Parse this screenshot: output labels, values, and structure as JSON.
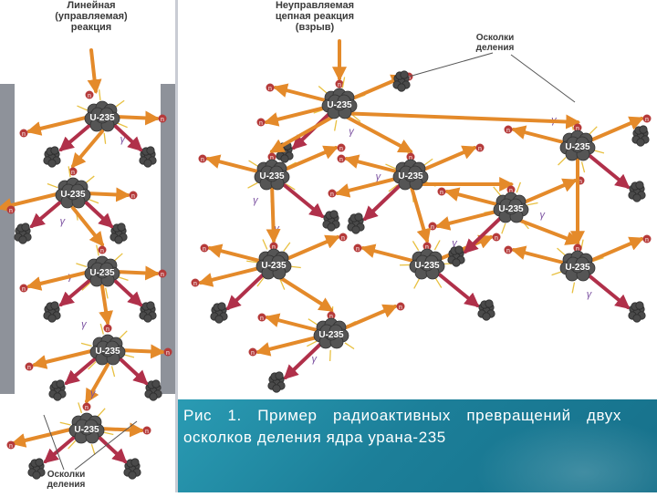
{
  "headers": {
    "linear": "Линейная\n(управляемая)\nреакция",
    "chain": "Неуправляемая\nцепная реакция\n(взрыв)"
  },
  "labels": {
    "fragments_top": "Осколки деления",
    "fragments_bottom": "Осколки деления",
    "nucleus": "U-235",
    "neutron": "n",
    "gamma": "γ"
  },
  "caption": "Рис 1. Пример радиоактивных превращений двух осколков деления ядра урана-235",
  "colors": {
    "neutron_arrow": "#e48a2a",
    "fragment_arrow": "#b0304a",
    "gamma_ray": "#e8c040",
    "nucleus": "#555555",
    "neutron": "#b53a3a",
    "side_bar": "#8e929a",
    "caption_bg": "#1f88a2"
  }
}
